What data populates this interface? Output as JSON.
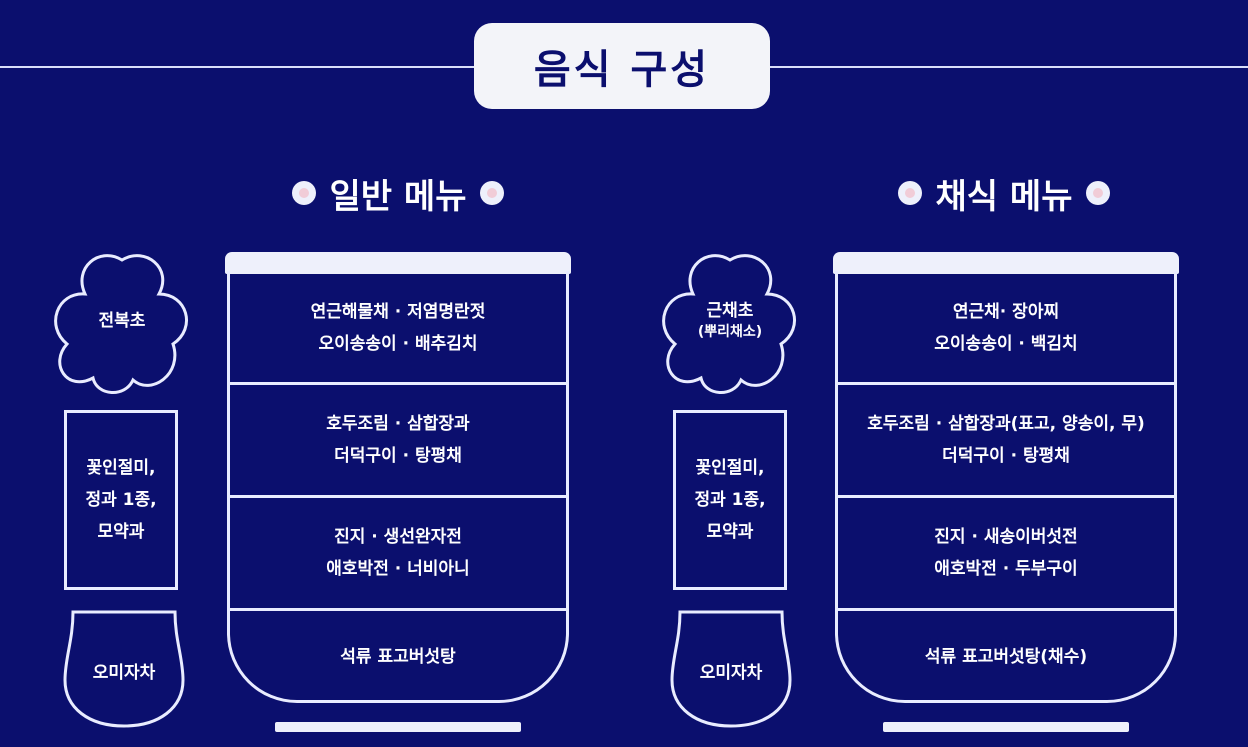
{
  "header": {
    "title": "음식 구성"
  },
  "general": {
    "title": "일반 메뉴",
    "flower": {
      "line1": "전복초",
      "line2": ""
    },
    "box": {
      "line1": "꽃인절미,",
      "line2": "정과 1종,",
      "line3": "모약과"
    },
    "cup": {
      "label": "오미자차"
    },
    "bowl": [
      {
        "line1": "연근해물채 · 저염명란젓",
        "line2": "오이송송이 · 배추김치"
      },
      {
        "line1": "호두조림 · 삼합장과",
        "line2": "더덕구이 · 탕평채"
      },
      {
        "line1": "진지 · 생선완자전",
        "line2": "애호박전 · 너비아니"
      },
      {
        "line1": "석류 표고버섯탕",
        "line2": ""
      }
    ]
  },
  "vegetarian": {
    "title": "채식 메뉴",
    "flower": {
      "line1": "근채초",
      "line2": "(뿌리채소)"
    },
    "box": {
      "line1": "꽃인절미,",
      "line2": "정과 1종,",
      "line3": "모약과"
    },
    "cup": {
      "label": "오미자차"
    },
    "bowl": [
      {
        "line1": "연근채· 장아찌",
        "line2": "오이송송이 · 백김치"
      },
      {
        "line1": "호두조림 · 삼합장과(표고, 양송이, 무)",
        "line2": "더덕구이 · 탕평채"
      },
      {
        "line1": "진지 · 새송이버섯전",
        "line2": "애호박전 · 두부구이"
      },
      {
        "line1": "석류 표고버섯탕(채수)",
        "line2": ""
      }
    ]
  },
  "colors": {
    "background": "#0b0f6e",
    "line": "#e9ecff",
    "title_box": "#f3f4f9"
  }
}
